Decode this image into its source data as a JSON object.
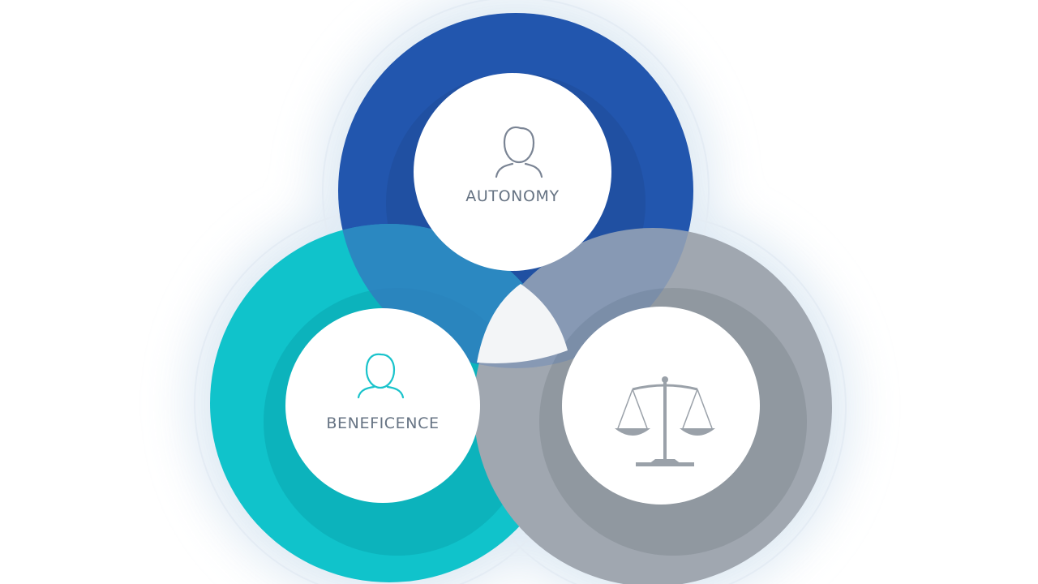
{
  "diagram": {
    "type": "venn",
    "circles": [
      {
        "id": "autonomy",
        "label": "AUTONOMY",
        "icon": "person-outline-icon",
        "ring_color": "#1a4ea8",
        "ring_shade": "#163f8c",
        "icon_color": "#7a8494"
      },
      {
        "id": "beneficence",
        "label": "BENEFICENCE",
        "icon": "person-outline-icon",
        "ring_color": "#10c3cb",
        "ring_shade": "#0aa9b3",
        "icon_color": "#19c3cb"
      },
      {
        "id": "justice",
        "label": "",
        "icon": "balance-scale-icon",
        "ring_color": "#a0a7b0",
        "ring_shade": "#868d96",
        "icon_color": "#9aa1a9"
      }
    ],
    "center_fill": "#f3f5f7",
    "label_color": "#667383",
    "glow_color": "#dce8f3"
  }
}
